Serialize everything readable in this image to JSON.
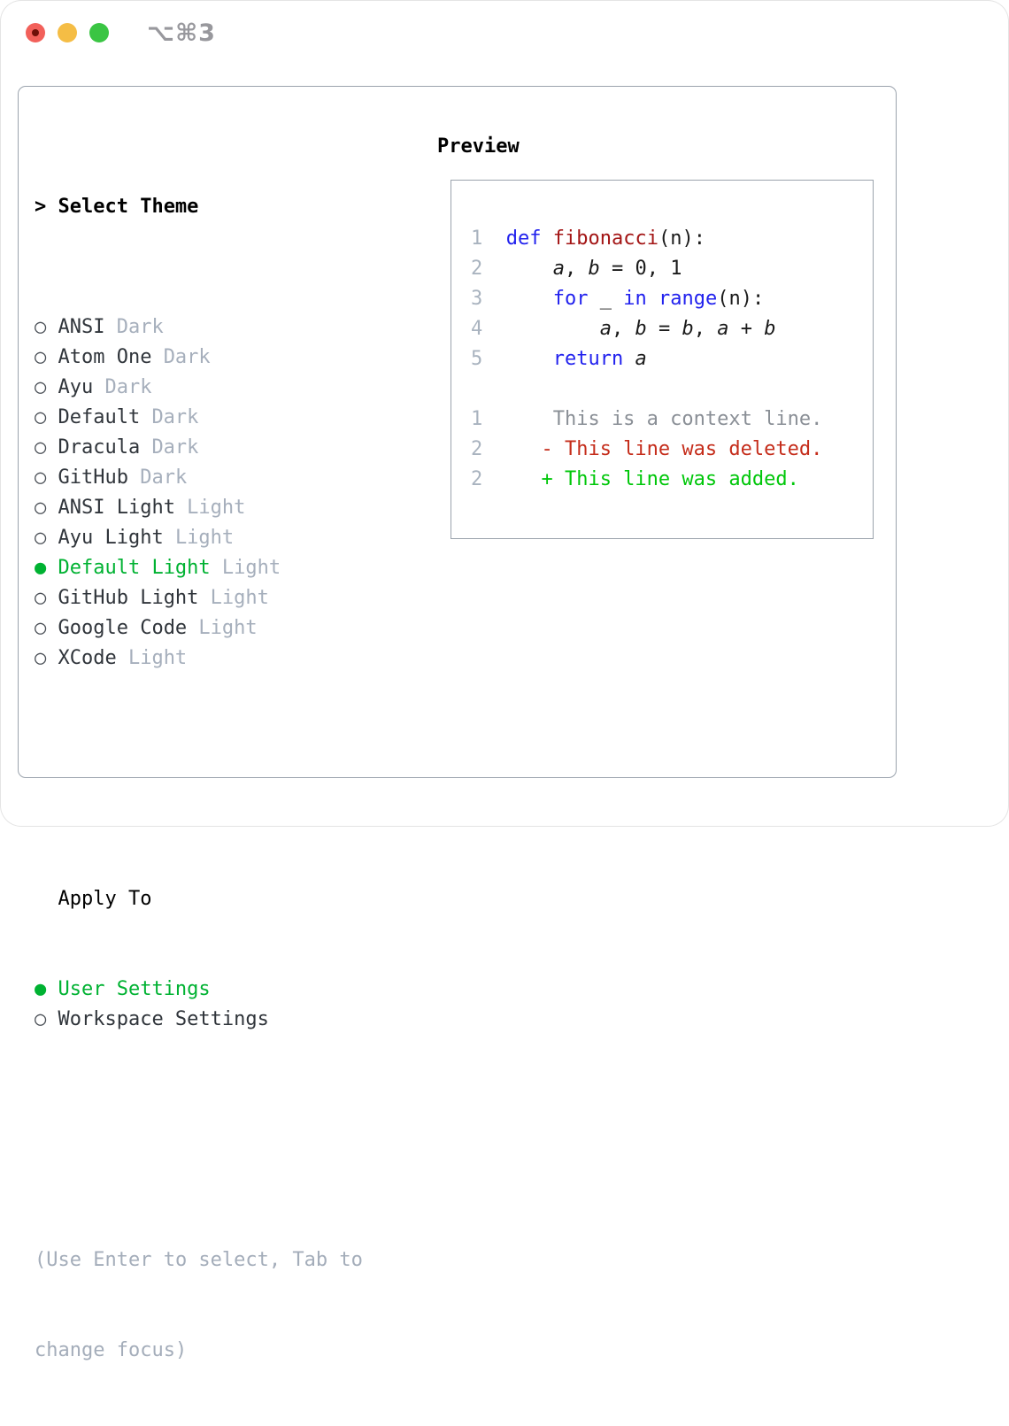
{
  "window": {
    "title": "⌥⌘3",
    "traffic_lights": [
      {
        "name": "close-button",
        "color": "#f2605a"
      },
      {
        "name": "minimize-button",
        "color": "#f5bd45"
      },
      {
        "name": "zoom-button",
        "color": "#3ac543"
      }
    ]
  },
  "colors": {
    "accent_green": "#00b232",
    "keyword_blue": "#2121ee",
    "function_red": "#a31515",
    "deleted_red": "#c52d1b",
    "added_green": "#00c70a",
    "context_gray": "#8a8f96",
    "line_number_gray": "#a9b3bf",
    "variant_gray": "#a6afbc",
    "border_gray": "#9ba3ad",
    "help_gray": "#a4adba"
  },
  "theme_panel": {
    "header": {
      "prefix": ">",
      "label": "Select Theme"
    },
    "glyphs": {
      "selected": "●",
      "unselected": "○"
    },
    "items": [
      {
        "name": "ANSI",
        "variant": "Dark",
        "selected": false
      },
      {
        "name": "Atom One",
        "variant": "Dark",
        "selected": false
      },
      {
        "name": "Ayu",
        "variant": "Dark",
        "selected": false
      },
      {
        "name": "Default",
        "variant": "Dark",
        "selected": false
      },
      {
        "name": "Dracula",
        "variant": "Dark",
        "selected": false
      },
      {
        "name": "GitHub",
        "variant": "Dark",
        "selected": false
      },
      {
        "name": "ANSI Light",
        "variant": "Light",
        "selected": false
      },
      {
        "name": "Ayu Light",
        "variant": "Light",
        "selected": false
      },
      {
        "name": "Default Light",
        "variant": "Light",
        "selected": true
      },
      {
        "name": "GitHub Light",
        "variant": "Light",
        "selected": false
      },
      {
        "name": "Google Code",
        "variant": "Light",
        "selected": false
      },
      {
        "name": "XCode",
        "variant": "Light",
        "selected": false
      }
    ]
  },
  "apply_panel": {
    "header": "Apply To",
    "items": [
      {
        "name": "User Settings",
        "selected": true
      },
      {
        "name": "Workspace Settings",
        "selected": false
      }
    ]
  },
  "help": {
    "lines": [
      "(Use Enter to select, Tab to",
      "change focus)"
    ]
  },
  "preview": {
    "header": "Preview",
    "lines": [
      {
        "num": "1",
        "segments": [
          {
            "text": "def",
            "style": "kw"
          },
          {
            "text": " ",
            "style": "plain"
          },
          {
            "text": "fibonacci",
            "style": "fn"
          },
          {
            "text": "(n):",
            "style": "plain"
          }
        ]
      },
      {
        "num": "2",
        "segments": [
          {
            "text": "    ",
            "style": "plain"
          },
          {
            "text": "a",
            "style": "var"
          },
          {
            "text": ", ",
            "style": "plain"
          },
          {
            "text": "b",
            "style": "var"
          },
          {
            "text": " = 0, 1",
            "style": "plain"
          }
        ]
      },
      {
        "num": "3",
        "segments": [
          {
            "text": "    ",
            "style": "plain"
          },
          {
            "text": "for",
            "style": "kw"
          },
          {
            "text": " _ ",
            "style": "plain"
          },
          {
            "text": "in",
            "style": "kw"
          },
          {
            "text": " ",
            "style": "plain"
          },
          {
            "text": "range",
            "style": "kw"
          },
          {
            "text": "(n):",
            "style": "plain"
          }
        ]
      },
      {
        "num": "4",
        "segments": [
          {
            "text": "        ",
            "style": "plain"
          },
          {
            "text": "a",
            "style": "var"
          },
          {
            "text": ", ",
            "style": "plain"
          },
          {
            "text": "b",
            "style": "var"
          },
          {
            "text": " = ",
            "style": "plain"
          },
          {
            "text": "b",
            "style": "var"
          },
          {
            "text": ", ",
            "style": "plain"
          },
          {
            "text": "a",
            "style": "var"
          },
          {
            "text": " + ",
            "style": "plain"
          },
          {
            "text": "b",
            "style": "var"
          }
        ]
      },
      {
        "num": "5",
        "segments": [
          {
            "text": "    ",
            "style": "plain"
          },
          {
            "text": "return",
            "style": "kw"
          },
          {
            "text": " ",
            "style": "plain"
          },
          {
            "text": "a",
            "style": "var"
          }
        ]
      },
      {
        "blank": true
      },
      {
        "num": "1",
        "segments": [
          {
            "text": "    This is a context line.",
            "style": "ctx"
          }
        ]
      },
      {
        "num": "2",
        "segments": [
          {
            "text": "   - This line was deleted.",
            "style": "del"
          }
        ]
      },
      {
        "num": "2",
        "segments": [
          {
            "text": "   + This line was added.",
            "style": "add"
          }
        ]
      }
    ]
  }
}
